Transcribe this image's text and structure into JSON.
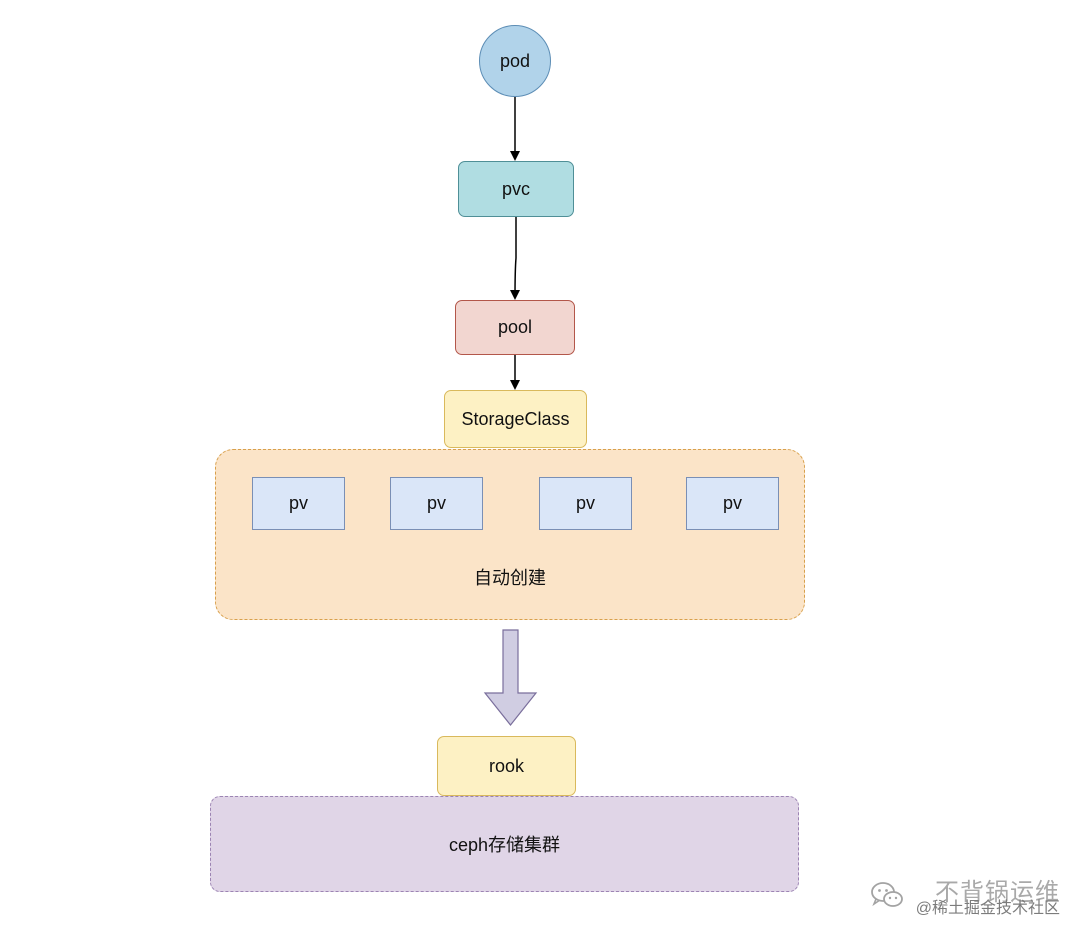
{
  "nodes": {
    "pod": "pod",
    "pvc": "pvc",
    "pool": "pool",
    "storage_class": "StorageClass",
    "auto_create_group": {
      "label": "自动创建",
      "pvs": [
        "pv",
        "pv",
        "pv",
        "pv"
      ]
    },
    "rook": "rook",
    "ceph_cluster": "ceph存储集群"
  },
  "edges": [
    {
      "from": "pod",
      "to": "pvc"
    },
    {
      "from": "pvc",
      "to": "pool"
    },
    {
      "from": "pool",
      "to": "storage_class"
    },
    {
      "from": "auto_create_group",
      "to": "rook",
      "style": "block-arrow"
    }
  ],
  "watermark": {
    "channel": "不背锅运维",
    "source": "@稀土掘金技术社区"
  },
  "colors": {
    "pod_fill": "#b1d3ea",
    "pvc_fill": "#b0dde2",
    "pool_fill": "#f2d6d0",
    "storage_class_fill": "#fdf1c4",
    "group_fill": "#fbe4c8",
    "pv_fill": "#dae6f8",
    "rook_fill": "#fdf1c4",
    "ceph_fill": "#e0d5e7",
    "block_arrow_fill": "#d0cde2"
  }
}
